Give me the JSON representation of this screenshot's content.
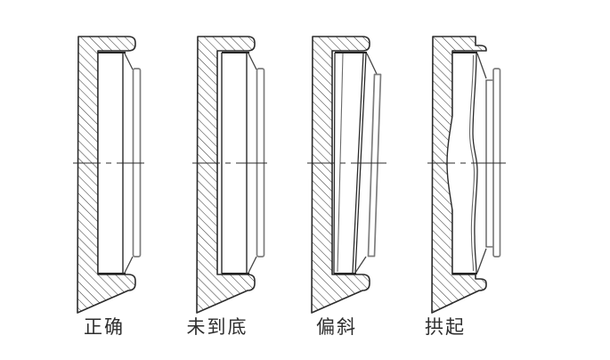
{
  "figure": {
    "background": "#ffffff",
    "line_color": "#2b2b2b",
    "secondary_line_color": "#7d7d7d",
    "panels": [
      {
        "id": "correct",
        "label": "正确"
      },
      {
        "id": "not-seated",
        "label": "未到底"
      },
      {
        "id": "tilted",
        "label": "偏斜"
      },
      {
        "id": "arched",
        "label": "拱起"
      }
    ]
  }
}
